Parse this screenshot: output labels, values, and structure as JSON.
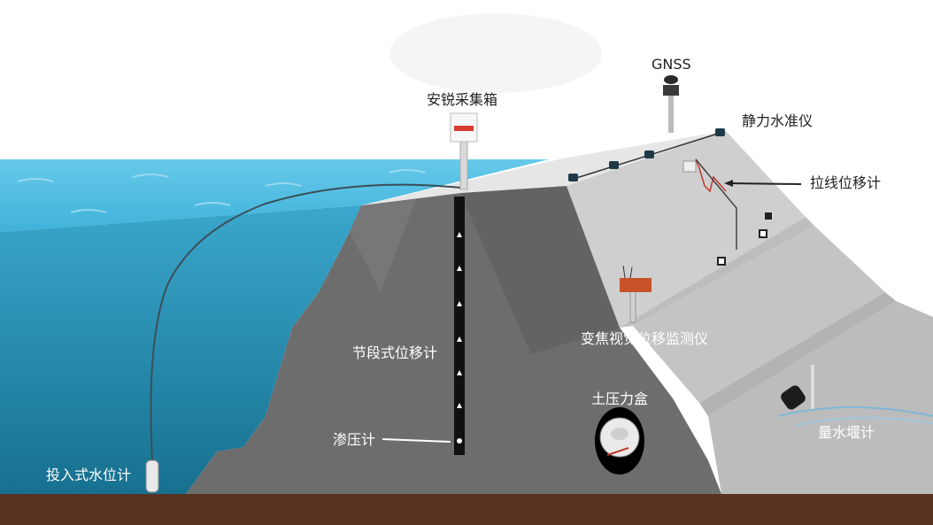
{
  "labels": {
    "collector_box": "安锐采集箱",
    "gnss": "GNSS",
    "static_level": "静力水准仪",
    "wire_displacement": "拉线位移计",
    "segmented_displacement": "节段式位移计",
    "piezometer": "渗压计",
    "zoom_visual": "变焦视觉位移监测仪",
    "earth_pressure": "土压力盒",
    "submersible_water_level": "投入式水位计",
    "weir_meter": "量水堰计"
  },
  "colors": {
    "water_surface": "#5cc3e6",
    "water_deep": "#1f8fb0",
    "dam_core": "#6b6b6b",
    "dam_slope": "#c9c9c9",
    "ground": "#5a3221"
  }
}
